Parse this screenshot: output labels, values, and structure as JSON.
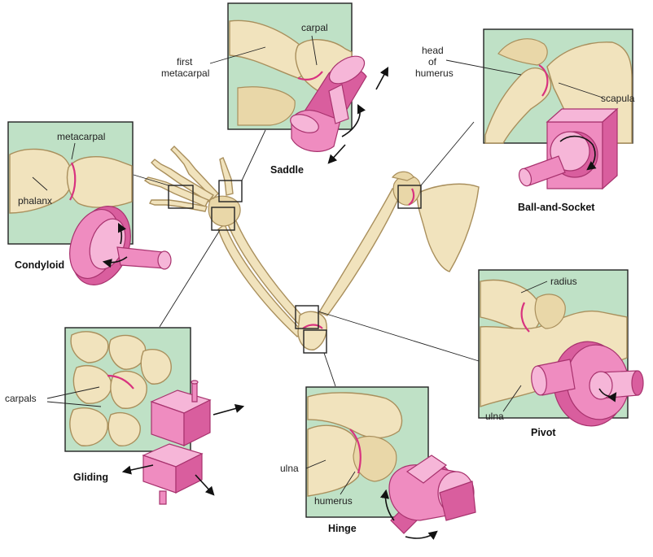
{
  "joints": {
    "saddle": {
      "title": "Saddle",
      "label_carpal": "carpal",
      "label_metacarpal_line1": "first",
      "label_metacarpal_line2": "metacarpal"
    },
    "ball": {
      "title": "Ball-and-Socket",
      "label_head_line1": "head",
      "label_head_line2": "of",
      "label_head_line3": "humerus",
      "label_scapula": "scapula"
    },
    "condyloid": {
      "title": "Condyloid",
      "label_metacarpal": "metacarpal",
      "label_phalanx": "phalanx"
    },
    "pivot": {
      "title": "Pivot",
      "label_radius": "radius",
      "label_ulna": "ulna"
    },
    "gliding": {
      "title": "Gliding",
      "label_carpals": "carpals"
    },
    "hinge": {
      "title": "Hinge",
      "label_ulna": "ulna",
      "label_humerus": "humerus"
    }
  },
  "colors": {
    "inset_bg": "#bfe1c6",
    "bone": "#f1e3bd",
    "model_pink": "#ef8cc0",
    "joint_line": "#d8327f"
  }
}
